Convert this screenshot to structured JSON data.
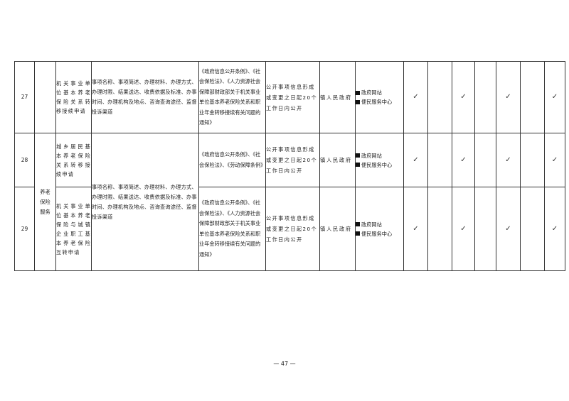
{
  "rows": [
    {
      "num": "27",
      "item": "机关事业单位基本养老保险关系转移接续申请",
      "basis": "《政府信息公开条例》、《社会保险法》、《人力资源社会保障部财政部关于机关事业单位基本养老保险关系和职业年金转移接续有关问题的通知》",
      "period": "公开事项信息形成或变更之日起20个工作日内公开",
      "subject": "镇人民政府",
      "channels": [
        "政府网站",
        "便民服务中心"
      ]
    },
    {
      "num": "28",
      "item": "城乡居民基本养老保险关系转移接续申请",
      "basis": "《政府信息公开条例》、《社会保险法》、《劳动保障条例》",
      "period": "公开事项信息形成或变更之日起20个工作日内公开",
      "subject": "镇人民政府",
      "channels": [
        "政府网站",
        "便民服务中心"
      ]
    },
    {
      "num": "29",
      "item": "机关事业单位基本养老保险与城镇企业职工基本养老保险互转申请",
      "basis": "《政府信息公开条例》、《社会保险法》、《人力资源社会保障部财政部关于机关事业单位基本养老保险关系和职业年金转移接续有关问题的通知》",
      "period": "公开事项信息形成或变更之日起20个工作日内公开",
      "subject": "镇人民政府",
      "channels": [
        "政府网站",
        "便民服务中心"
      ]
    }
  ],
  "category": [
    "养老",
    "保险",
    "服务"
  ],
  "content_27": "事项名称、事项简述、办理材料、办理方式、办理时限、结果送达、收费依据及标准、办事时间、办理机构及地点、咨询查询途径、监督投诉渠道",
  "content_28_29": "事项名称、事项简述、办理材料、办理方式、办理时限、结果送达、收费依据及标准、办事时间、办理机构及地点、咨询查询途径、监督投诉渠道",
  "check_mark": "✓",
  "footer": "— 47 —"
}
